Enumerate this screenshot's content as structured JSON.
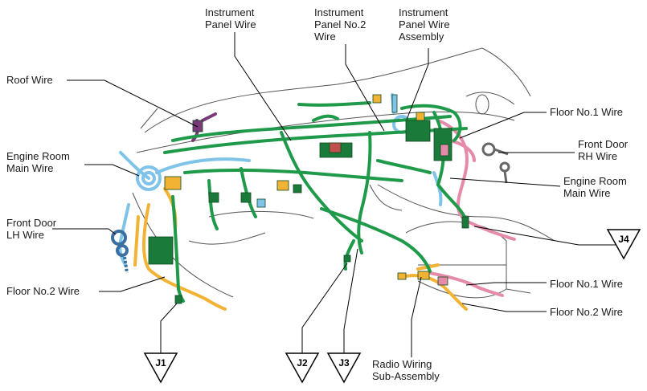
{
  "labels": {
    "instrument_panel_wire": "Instrument\nPanel Wire",
    "instrument_panel_no2_wire": "Instrument\nPanel No.2\nWire",
    "instrument_panel_wire_assembly": "Instrument\nPanel Wire\nAssembly",
    "roof_wire": "Roof Wire",
    "engine_room_main_wire_left": "Engine Room\nMain Wire",
    "front_door_lh_wire": "Front Door\nLH Wire",
    "floor_no2_wire_left": "Floor No.2 Wire",
    "floor_no1_wire_top": "Floor No.1 Wire",
    "front_door_rh_wire": "Front Door\nRH Wire",
    "engine_room_main_wire_right": "Engine Room\nMain Wire",
    "floor_no1_wire_bottom": "Floor No.1 Wire",
    "floor_no2_wire_right": "Floor No.2 Wire",
    "radio_wiring_sub_assembly": "Radio Wiring\nSub-Assembly"
  },
  "junctions": [
    "J1",
    "J2",
    "J3",
    "J4"
  ],
  "colors": {
    "main_wire": "#1f9a4a",
    "connector_green": "#1a7a3a",
    "engine_blue": "#7fc4e8",
    "floor_yellow": "#f2b233",
    "floor_pink": "#e58aa8",
    "roof_purple": "#7a3a7a",
    "outline": "#555555"
  }
}
